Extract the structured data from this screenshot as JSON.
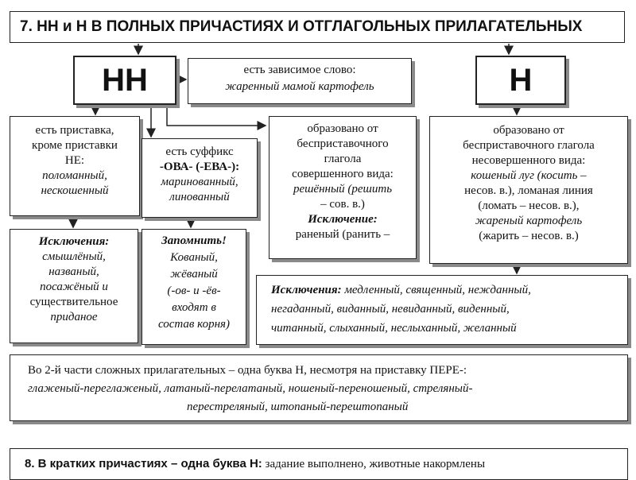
{
  "title": "7. НН и Н В ПОЛНЫХ ПРИЧАСТИЯХ И ОТГЛАГОЛЬНЫХ ПРИЛАГАТЕЛЬНЫХ",
  "nn_label": "НН",
  "n_label": "Н",
  "dependent": {
    "heading": "есть зависимое слово:",
    "example": "жаренный мамой картофель"
  },
  "prefix_box": {
    "line1": "есть приставка,",
    "line2": "кроме приставки",
    "line3": "НЕ:",
    "ex1": "поломанный,",
    "ex2": "нескошенный"
  },
  "suffix_box": {
    "line1": "есть суффикс",
    "line2": "-ОВА- (-ЕВА-):",
    "ex1": "маринованный,",
    "ex2": "линованный"
  },
  "perfective": {
    "l1": "образовано от",
    "l2": "бесприставочного",
    "l3": "глагола",
    "l4": "совершенного вида:",
    "l5": "решённый (решить",
    "l6": "– сов. в.)",
    "exc_label": "Исключение:",
    "exc_word": "раненый (ранить –"
  },
  "imperfective": {
    "l1": "образовано от",
    "l2": "бесприставочного глагола",
    "l3": "несовершенного вида:",
    "l4": "кошеный луг (косить –",
    "l5": "несов. в.), ломаная линия",
    "l6": "(ломать – несов. в.),",
    "l7": "жареный картофель",
    "l8": "(жарить – несов. в.)"
  },
  "exceptions1": {
    "label": "Исключения:",
    "l1": "смышлёный,",
    "l2": "названый,",
    "l3": "посажёный и",
    "l4": "существительное",
    "l5": "приданое"
  },
  "remember": {
    "label": "Запомнить!",
    "l1": "Кованый,",
    "l2": "жёваный",
    "l3": "(-ов- и -ёв-",
    "l4": "входят в",
    "l5": "состав корня)"
  },
  "exceptions2": {
    "label": "Исключения:",
    "l1": "медленный, священный, нежданный,",
    "l2": "негаданный, виданный, невиданный, виденный,",
    "l3": "читанный, слыханный, неслыханный, желанный"
  },
  "compound": {
    "text": "Во 2-й части сложных прилагательных – одна буква Н, несмотря на приставку ПЕРЕ-:",
    "l2": "глаженый-переглаженый, латаный-перелатаный, ношеный-переношеный, стреляный-",
    "l3": "перестреляный, штопаный-перештопаный"
  },
  "short": {
    "bold": "8. В кратких причастиях – одна буква Н:",
    "rest": " задание выполнено, животные накормлены"
  }
}
